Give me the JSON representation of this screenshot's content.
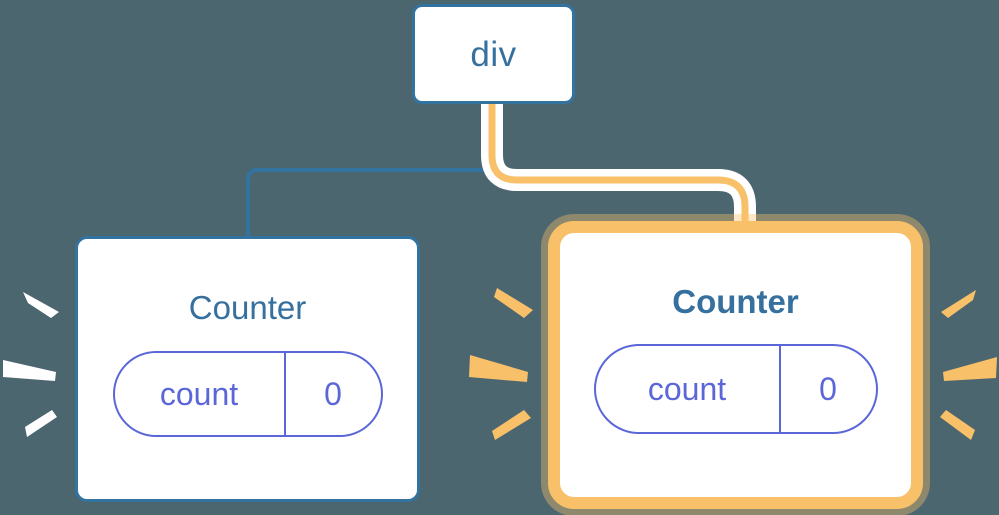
{
  "diagram": {
    "background_color": "#4c6670",
    "title_color": "#35709e",
    "border_color_default": "#3273a0",
    "highlight_color": "#f9c06a",
    "pill_color": "#5b67d8"
  },
  "nodes": {
    "root": {
      "label": "div",
      "type": "element-node"
    },
    "counter_left": {
      "title": "Counter",
      "state_key": "count",
      "state_value": "0",
      "highlighted": "false"
    },
    "counter_right": {
      "title": "Counter",
      "state_key": "count",
      "state_value": "0",
      "highlighted": "true"
    }
  },
  "edges": [
    {
      "from": "div",
      "to": "Counter (left)",
      "color": "#3273a0",
      "style": "thin"
    },
    {
      "from": "div",
      "to": "Counter (right)",
      "color": "#f9c06a",
      "style": "thick-highlighted"
    }
  ],
  "sparkles": {
    "left_group_color": "#ffffff",
    "middle_group_color": "#f9c06a",
    "right_group_color": "#f9c06a",
    "ray_count_per_group": "3"
  }
}
